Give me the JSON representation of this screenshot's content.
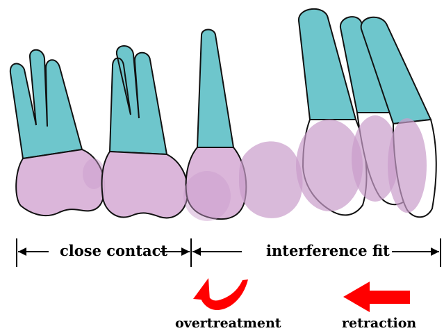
{
  "labels": {
    "close_contact": "close contact",
    "interference_fit": "interference fit",
    "overtreatment": "overtreatment",
    "retraction": "retraction"
  },
  "colors": {
    "root": "#6ec6cc",
    "crown": "#d9b2d8",
    "outline": "#111111",
    "arrow": "#ff0000"
  },
  "icons": {
    "overtreatment": "curved-arrow-icon",
    "retraction": "left-arrow-icon"
  }
}
